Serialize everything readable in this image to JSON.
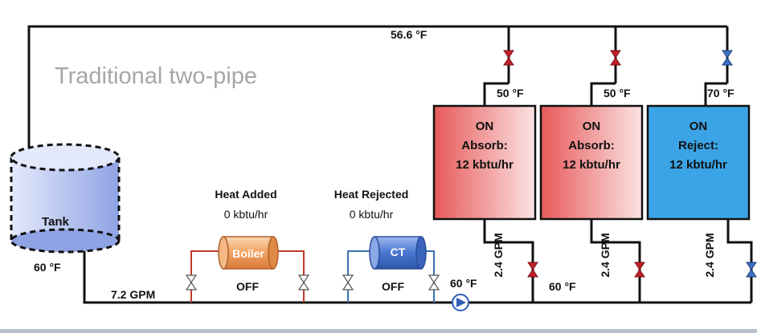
{
  "title": "Traditional two-pipe",
  "colors": {
    "pipe": "#111111",
    "hot_pipe": "#c0392b",
    "cold_pipe": "#3a6fb0",
    "valve_red": "#c0202a",
    "valve_blue": "#3d6fc4",
    "heat_fill": "#f08a8a",
    "reject_fill": "#3aa4e6",
    "tank_fill": "#b8c6ee",
    "pump": "#2e5db8"
  },
  "tank": {
    "label": "Tank",
    "temp": "60 °F"
  },
  "main_flow": "7.2 GPM",
  "top_temp": "56.6 °F",
  "boiler": {
    "label": "Boiler",
    "header": "Heat Added",
    "value": "0 kbtu/hr",
    "status": "OFF"
  },
  "ct": {
    "label": "CT",
    "header": "Heat Rejected",
    "value": "0 kbtu/hr",
    "status": "OFF"
  },
  "pump_temp": "60 °F",
  "return_temp": "60 °F",
  "zones": [
    {
      "status": "ON",
      "mode": "Absorb:",
      "load": "12 kbtu/hr",
      "supply_temp": "50 °F",
      "flow": "2.4 GPM",
      "type": "heat"
    },
    {
      "status": "ON",
      "mode": "Absorb:",
      "load": "12 kbtu/hr",
      "supply_temp": "50 °F",
      "flow": "2.4 GPM",
      "type": "heat"
    },
    {
      "status": "ON",
      "mode": "Reject:",
      "load": "12 kbtu/hr",
      "supply_temp": "70 °F",
      "flow": "2.4 GPM",
      "type": "reject"
    }
  ]
}
